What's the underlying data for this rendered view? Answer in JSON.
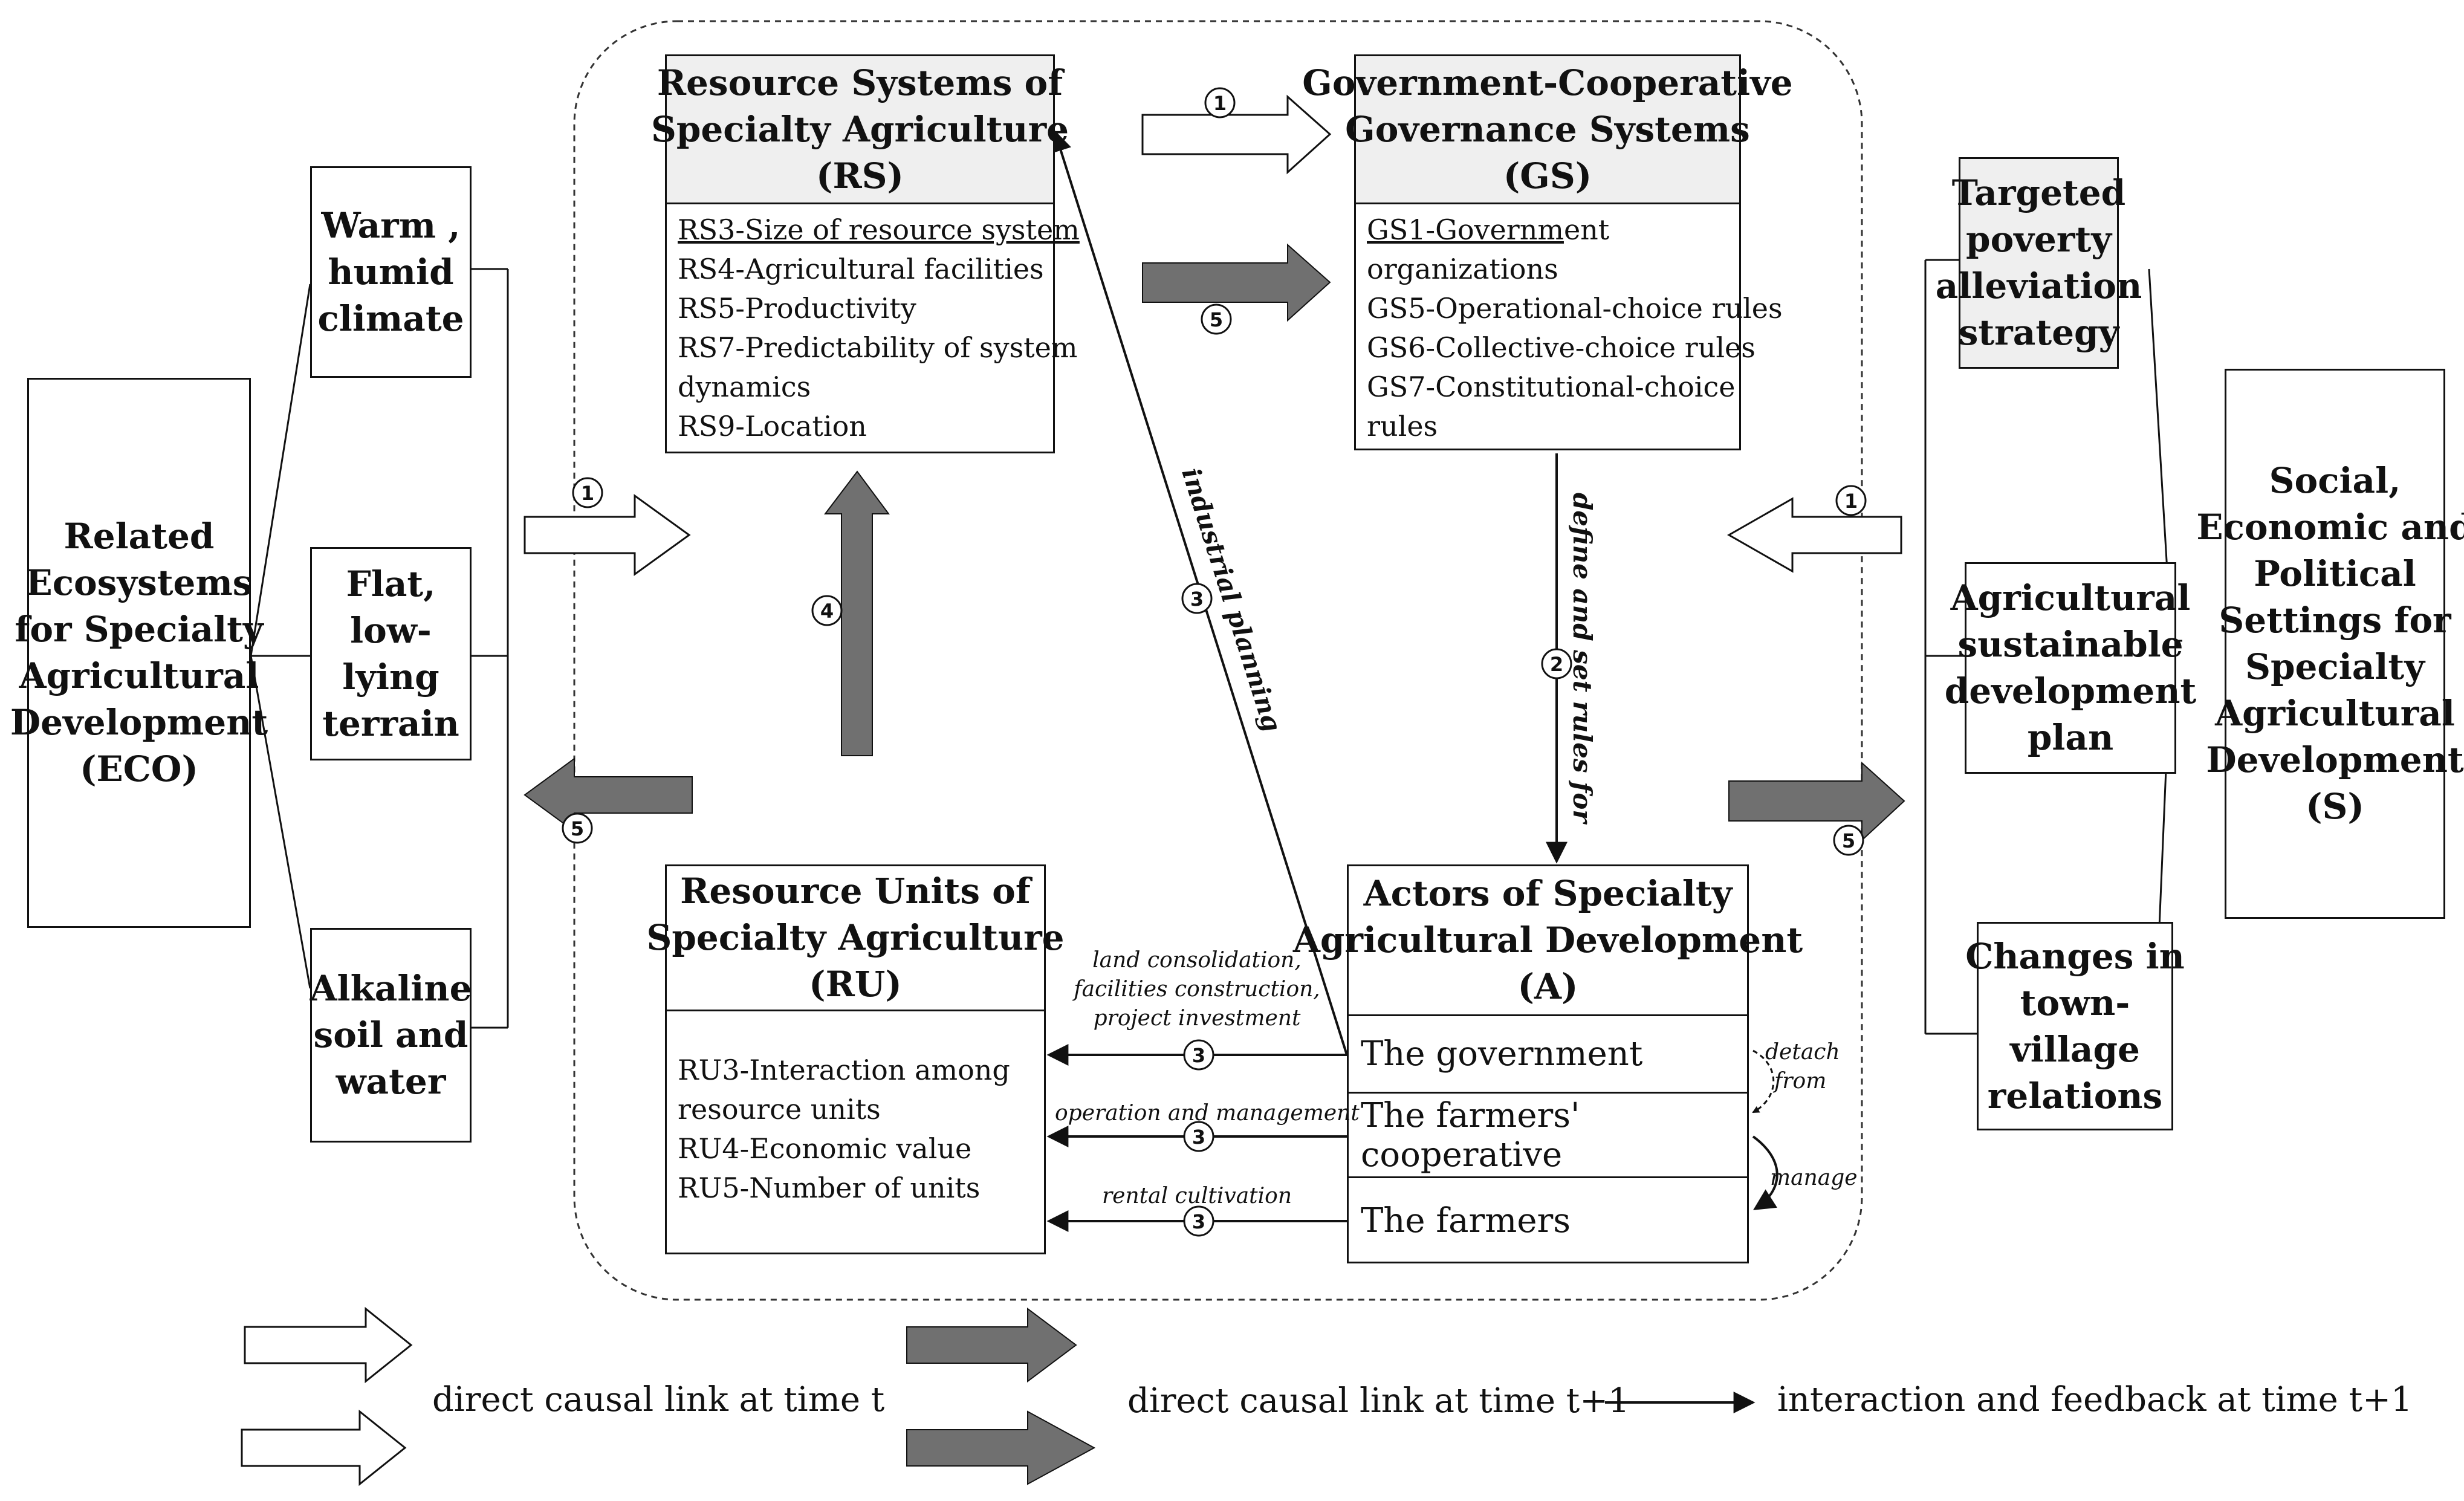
{
  "eco": {
    "lines": [
      "Related",
      "Ecosystems",
      "for Specialty",
      "Agricultural",
      "Development",
      "(ECO)"
    ]
  },
  "eco_items": [
    {
      "lines": [
        "Warm ,",
        "humid",
        "climate"
      ]
    },
    {
      "lines": [
        "Flat,",
        "low-",
        "lying",
        "terrain"
      ]
    },
    {
      "lines": [
        "Alkaline",
        "soil and",
        "water"
      ]
    }
  ],
  "rs": {
    "title": [
      "Resource Systems of",
      "Specialty Agriculture",
      "(RS)"
    ],
    "items": [
      "RS3-Size of resource system",
      "RS4-Agricultural facilities",
      "RS5-Productivity",
      "RS7-Predictability of system",
      "dynamics",
      "RS9-Location"
    ]
  },
  "gs": {
    "title": [
      "Government-Cooperative",
      "Governance Systems",
      "(GS)"
    ],
    "items_first_underlined": "GS1-Governm",
    "items_first_rest": "ent",
    "items": [
      "organizations",
      "GS5-Operational-choice rules",
      "GS6-Collective-choice rules",
      "GS7-Constitutional-choice",
      "rules"
    ]
  },
  "ru": {
    "title": [
      "Resource Units of",
      "Specialty Agriculture",
      "(RU)"
    ],
    "items": [
      "RU3-Interaction among",
      "resource units",
      "RU4-Economic value",
      "RU5-Number of units"
    ]
  },
  "actors": {
    "title": [
      "Actors of Specialty",
      "Agricultural Development",
      "(A)"
    ],
    "rows": [
      "The government",
      "The farmers' cooperative",
      "The farmers"
    ]
  },
  "s": {
    "lines": [
      "Social,",
      "Economic and",
      "Political",
      "Settings for",
      "Specialty",
      "Agricultural",
      "Development",
      "(S)"
    ]
  },
  "s_items": [
    {
      "lines": [
        "Targeted",
        "poverty",
        "alleviation",
        "strategy"
      ]
    },
    {
      "lines": [
        "Agricultural",
        "sustainable",
        "development",
        "plan"
      ]
    },
    {
      "lines": [
        "Changes in",
        "town-",
        "village",
        "relations"
      ]
    }
  ],
  "labels": {
    "industrial": "industrial planning",
    "define": "define and set rules for",
    "land1": "land consolidation,",
    "land2": "facilities construction,",
    "land3": "project investment",
    "operation": "operation and management",
    "rental": "rental cultivation",
    "detach1": "detach",
    "detach2": "from",
    "manage": "manage"
  },
  "numbers": {
    "n1": "1",
    "n2": "2",
    "n3": "3",
    "n4": "4",
    "n5": "5"
  },
  "legend": {
    "t": "direct causal link at time t",
    "t1": "direct causal link at time t+1",
    "fb": "interaction and feedback at time t+1"
  },
  "colors": {
    "line": "#111111",
    "gray_arrow": "#707070",
    "shade": "#efefef"
  }
}
